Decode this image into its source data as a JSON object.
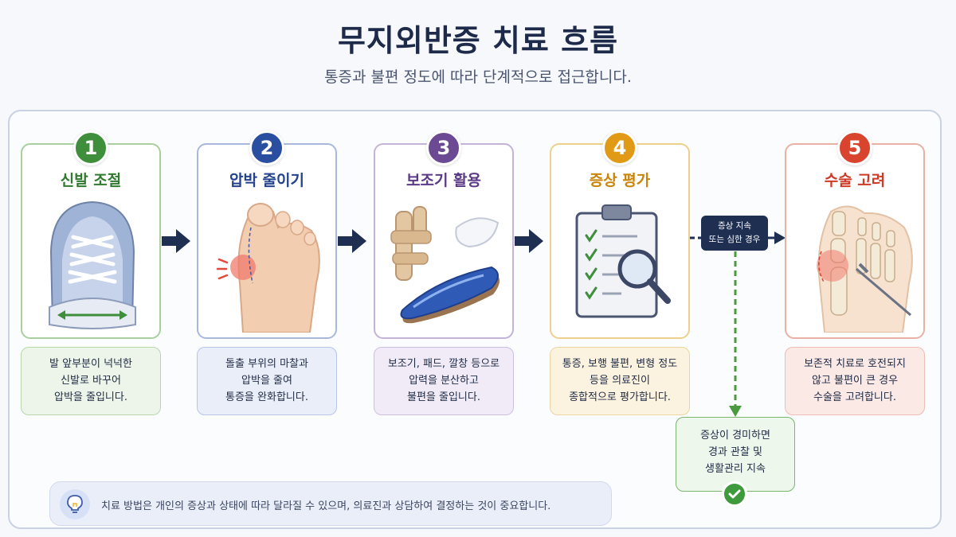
{
  "title": "무지외반증 치료 흐름",
  "subtitle": "통증과 불편 정도에 따라 단계적으로 접근합니다.",
  "steps": [
    {
      "num": "1",
      "title": "신발 조절",
      "desc": [
        "발 앞부분이 넉넉한",
        "신발로 바꾸어",
        "압박을 줄입니다."
      ],
      "color": "#3f8e3c"
    },
    {
      "num": "2",
      "title": "압박 줄이기",
      "desc": [
        "돌출 부위의 마찰과",
        "압박을 줄여",
        "통증을 완화합니다."
      ],
      "color": "#2a4fa0"
    },
    {
      "num": "3",
      "title": "보조기 활용",
      "desc": [
        "보조기, 패드, 깔창 등으로",
        "압력을 분산하고",
        "불편을 줄입니다."
      ],
      "color": "#6b4a93"
    },
    {
      "num": "4",
      "title": "증상 평가",
      "desc": [
        "통증, 보행 불편, 변형 정도",
        "등을 의료진이",
        "종합적으로 평가합니다."
      ],
      "color": "#e19a16"
    },
    {
      "num": "5",
      "title": "수술 고려",
      "desc": [
        "보존적 치료로 호전되지",
        "않고 불편이 큰 경우",
        "수술을 고려합니다."
      ],
      "color": "#d9442f"
    }
  ],
  "decision": [
    "증상 지속",
    "또는 심한 경우"
  ],
  "mild": [
    "증상이 경미하면",
    "경과 관찰 및",
    "생활관리 지속"
  ],
  "note": "치료 방법은 개인의 증상과 상태에 따라 달라질 수 있으며, 의료진과 상담하여 결정하는 것이 중요합니다.",
  "colors": {
    "navy": "#1e2f52",
    "green": "#3f8e3c",
    "blue": "#2a4fa0",
    "purple": "#6b4a93",
    "orange": "#e19a16",
    "red": "#d9442f"
  }
}
